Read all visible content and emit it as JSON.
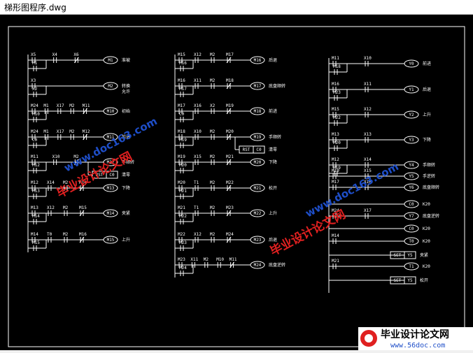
{
  "window": {
    "title": "梯形图程序.dwg"
  },
  "colors": {
    "background": "#000000",
    "lines": "#ffffff",
    "watermark_blue": "#1e4ec8",
    "watermark_red": "#e02020"
  },
  "diagram": {
    "col1": {
      "rungs": [
        {
          "contacts": [
            "X5",
            "X4",
            "X6"
          ],
          "branch": [
            "M1"
          ],
          "coil": "M1",
          "comment": "准被"
        },
        {
          "contacts": [
            "X3"
          ],
          "branch": [
            "X2"
          ],
          "coil": "M2",
          "comment": "转换\n允许"
        },
        {
          "contacts": [
            "M24",
            "M1",
            "X17",
            "M2",
            "M11"
          ],
          "branch": [
            "M10"
          ],
          "coil": "M10",
          "comment": "初始"
        },
        {
          "contacts": [
            "M24",
            "M1",
            "X17",
            "M2",
            "M12"
          ],
          "branch": [
            "C0",
            "M10",
            "X3",
            "M11"
          ],
          "coil": "M11",
          "comment": "前进"
        },
        {
          "contacts": [
            "M11",
            "X10",
            "M2"
          ],
          "branch": [
            "M12"
          ],
          "coil": "M12",
          "comment": "手顺转",
          "rst": "RST",
          "rst_target": "C0",
          "rst_comment": "清零"
        },
        {
          "contacts": [
            "M12",
            "X14",
            "M2",
            "M14"
          ],
          "branch": [
            "M13"
          ],
          "coil": "M13",
          "comment": "下降"
        },
        {
          "contacts": [
            "M13",
            "X12",
            "M2",
            "M15"
          ],
          "branch": [
            "M14"
          ],
          "coil": "M14",
          "comment": "夹紧"
        },
        {
          "contacts": [
            "M14",
            "T0",
            "M2",
            "M16"
          ],
          "branch": [
            "M15"
          ],
          "coil": "M15",
          "comment": "上升"
        }
      ]
    },
    "col2": {
      "rungs": [
        {
          "contacts": [
            "M15",
            "X12",
            "M2",
            "M17"
          ],
          "branch": [
            "M16"
          ],
          "coil": "M16",
          "comment": "后退"
        },
        {
          "contacts": [
            "M16",
            "X11",
            "M2",
            "M18"
          ],
          "branch": [
            "M17"
          ],
          "coil": "M17",
          "comment": "底盘顺转"
        },
        {
          "contacts": [
            "M17",
            "X16",
            "X2",
            "M19"
          ],
          "branch": [
            "C0",
            "M18"
          ],
          "coil": "M18",
          "comment": "前进"
        },
        {
          "contacts": [
            "M18",
            "X10",
            "M2",
            "M20"
          ],
          "branch": [
            "M19"
          ],
          "coil": "M19",
          "comment": "手顺转",
          "rst": "RST",
          "rst_target": "C0",
          "rst_comment": "清零"
        },
        {
          "contacts": [
            "M19",
            "X15",
            "M2",
            "M21"
          ],
          "branch": [
            "M20"
          ],
          "coil": "M20",
          "comment": "下降"
        },
        {
          "contacts": [
            "M20",
            "T1",
            "M2",
            "M22"
          ],
          "branch": [
            "M21"
          ],
          "coil": "M21",
          "comment": "松开"
        },
        {
          "contacts": [
            "M21",
            "T1",
            "M2",
            "M23"
          ],
          "branch": [
            "M22"
          ],
          "coil": "M22",
          "comment": "上升"
        },
        {
          "contacts": [
            "M22",
            "X12",
            "M2",
            "M24"
          ],
          "branch": [
            "M23"
          ],
          "coil": "M23",
          "comment": "后退"
        },
        {
          "contacts": [
            "M23",
            "X11",
            "M2",
            "M10",
            "M11"
          ],
          "branch": [
            "M24"
          ],
          "coil": "M24",
          "comment": "底盘逆转"
        }
      ]
    },
    "col3": {
      "rungs": [
        {
          "contacts": [
            "M11",
            "X10"
          ],
          "branch": [
            "M18"
          ],
          "coil": "Y0",
          "comment": "前进"
        },
        {
          "contacts": [
            "M16",
            "X11"
          ],
          "branch": [
            "M23"
          ],
          "coil": "Y1",
          "comment": "后退"
        },
        {
          "contacts": [
            "M15",
            "X12"
          ],
          "branch": [
            "M22"
          ],
          "coil": "Y2",
          "comment": "上升"
        },
        {
          "contacts": [
            "M13",
            "X13"
          ],
          "branch": [
            "M20"
          ],
          "coil": "Y3",
          "comment": "下降"
        },
        {
          "contacts": [
            "M12",
            "X14"
          ],
          "branch": [
            "M19"
          ],
          "coil": "Y4",
          "comment": "手顺转"
        },
        {
          "contacts": [
            "M19",
            "X15"
          ],
          "coil": "Y5",
          "comment": "手逆转"
        },
        {
          "contacts": [
            "M17",
            "X16"
          ],
          "coil": "Y6",
          "comment": "底盘顺转"
        },
        {
          "contacts": [],
          "coil": "C0",
          "comment": "K20"
        },
        {
          "contacts": [
            "M24",
            "X17"
          ],
          "coil": "Y7",
          "comment": "底盘逆转"
        },
        {
          "contacts": [],
          "coil": "C0",
          "comment": "K20"
        },
        {
          "contacts": [
            "M14"
          ],
          "coil": "T0",
          "comment": "K20"
        },
        {
          "contacts": [],
          "coil": "SET Y5",
          "comment": "夹紧",
          "set_label": "SET",
          "set_target": "Y5"
        },
        {
          "contacts": [
            "M21"
          ],
          "coil": "T1",
          "comment": "K20"
        },
        {
          "contacts": [],
          "coil": "SET Y5",
          "comment": "松开",
          "set_label": "SET",
          "set_target": "Y5"
        }
      ]
    }
  },
  "watermarks": {
    "url_1": "www.doc163.com",
    "cn_1": "毕业设计论文网",
    "url_2": "www.doc163.com",
    "cn_2": "毕业设计论文网"
  },
  "footer": {
    "brand": "毕业设计论文网",
    "url": "www.56doc.com"
  }
}
